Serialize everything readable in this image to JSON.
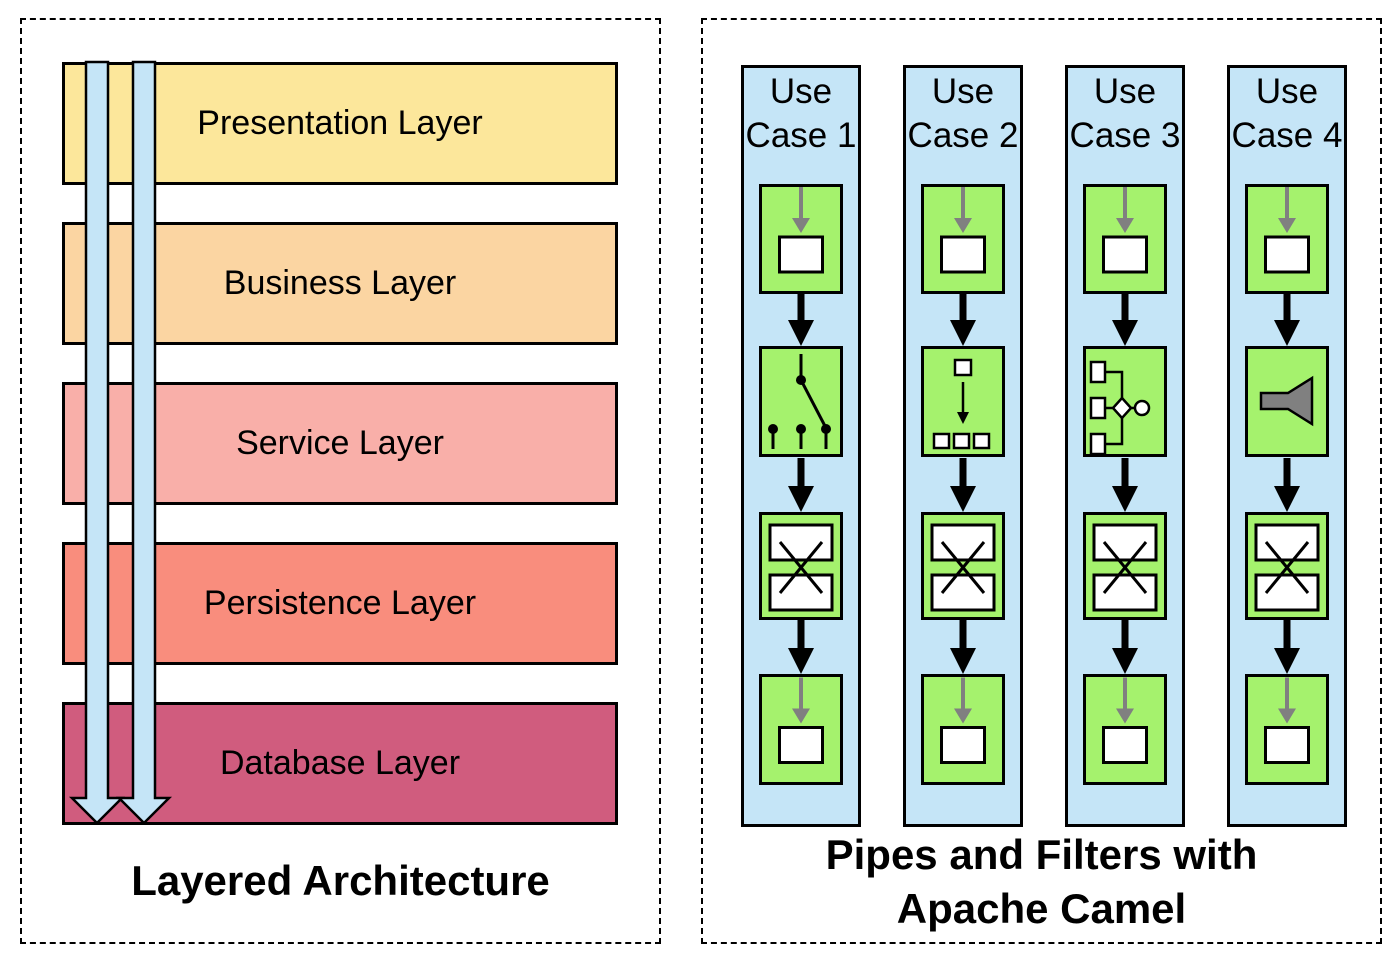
{
  "colors": {
    "background": "#FFFFFF",
    "light_blue": "#C5E5F7",
    "green": "#A5F26D",
    "gray": "#808080",
    "outline": "#000000"
  },
  "left_panel": {
    "title": "Layered Architecture",
    "layers": [
      {
        "label": "Presentation Layer",
        "color": "#FCE79B"
      },
      {
        "label": "Business Layer",
        "color": "#FBD5A2"
      },
      {
        "label": "Service Layer",
        "color": "#F9AFA9"
      },
      {
        "label": "Persistence Layer",
        "color": "#F98D7D"
      },
      {
        "label": "Database Layer",
        "color": "#D05C7E"
      }
    ]
  },
  "right_panel": {
    "title_line1": "Pipes and Filters with",
    "title_line2": "Apache Camel",
    "columns": [
      {
        "label_line1": "Use",
        "label_line2": "Case 1",
        "processor_icon": "content-based-router-icon"
      },
      {
        "label_line1": "Use",
        "label_line2": "Case 2",
        "processor_icon": "splitter-icon"
      },
      {
        "label_line1": "Use",
        "label_line2": "Case 3",
        "processor_icon": "routing-slip-icon"
      },
      {
        "label_line1": "Use",
        "label_line2": "Case 4",
        "processor_icon": "aggregator-funnel-icon"
      }
    ]
  }
}
